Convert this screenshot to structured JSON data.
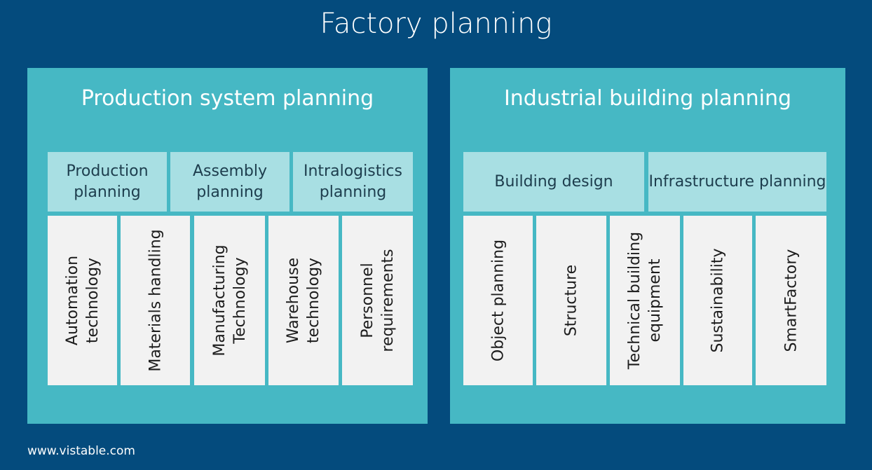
{
  "title": "Factory planning",
  "left": {
    "title": "Production system planning",
    "subs": [
      "Production planning",
      "Assembly planning",
      "Intralogistics planning"
    ],
    "tiles": [
      "Automation technology",
      "Materials handling",
      "Manufacturing Technology",
      "Warehouse technology",
      "Personnel requirements"
    ]
  },
  "right": {
    "title": "Industrial building planning",
    "subs": [
      "Building design",
      "Infrastructure planning"
    ],
    "tiles": [
      "Object planning",
      "Structure",
      "Technical building equipment",
      "Sustainability",
      "SmartFactory"
    ]
  },
  "footer": "www.vistable.com",
  "colors": {
    "background": "#044b7d",
    "panel": "#46b8c4",
    "subheader": "#a8dfe3",
    "tile": "#f2f2f2"
  }
}
